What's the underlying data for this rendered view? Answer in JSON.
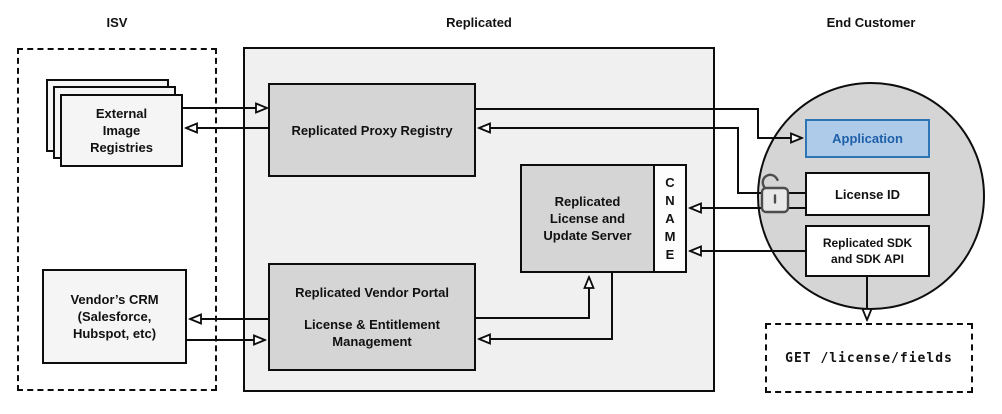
{
  "sections": {
    "isv": "ISV",
    "replicated": "Replicated",
    "end_customer": "End Customer"
  },
  "nodes": {
    "external_registries": {
      "line1": "External",
      "line2": "Image",
      "line3": "Registries"
    },
    "vendor_crm": {
      "line1": "Vendor’s CRM",
      "line2": "(Salesforce,",
      "line3": "Hubspot, etc)"
    },
    "proxy_registry": {
      "label": "Replicated Proxy Registry"
    },
    "license_update_server": {
      "line1": "Replicated",
      "line2": "License and",
      "line3": "Update Server"
    },
    "cname": {
      "letter1": "C",
      "letter2": "N",
      "letter3": "A",
      "letter4": "M",
      "letter5": "E"
    },
    "vendor_portal": {
      "title": "Replicated Vendor Portal",
      "line1": "License & Entitlement",
      "line2": "Management"
    },
    "application": {
      "label": "Application"
    },
    "license_id": {
      "label": "License ID"
    },
    "replicated_sdk": {
      "line1": "Replicated SDK",
      "line2": "and SDK API"
    },
    "get_license_fields": {
      "label": "GET /license/fields"
    }
  },
  "icons": {
    "lock": "open-padlock-icon"
  },
  "colors": {
    "node_gray": "#d5d5d5",
    "light_node": "#f5f5f5",
    "container_gray": "#f0f0f0",
    "circle_gray": "#d5d5d5",
    "application_fill": "#aeccea",
    "application_border": "#2e75b6",
    "application_text": "#1f5fa8",
    "line_color": "#0d0d0d",
    "lock_stroke": "#4d4d4d"
  }
}
